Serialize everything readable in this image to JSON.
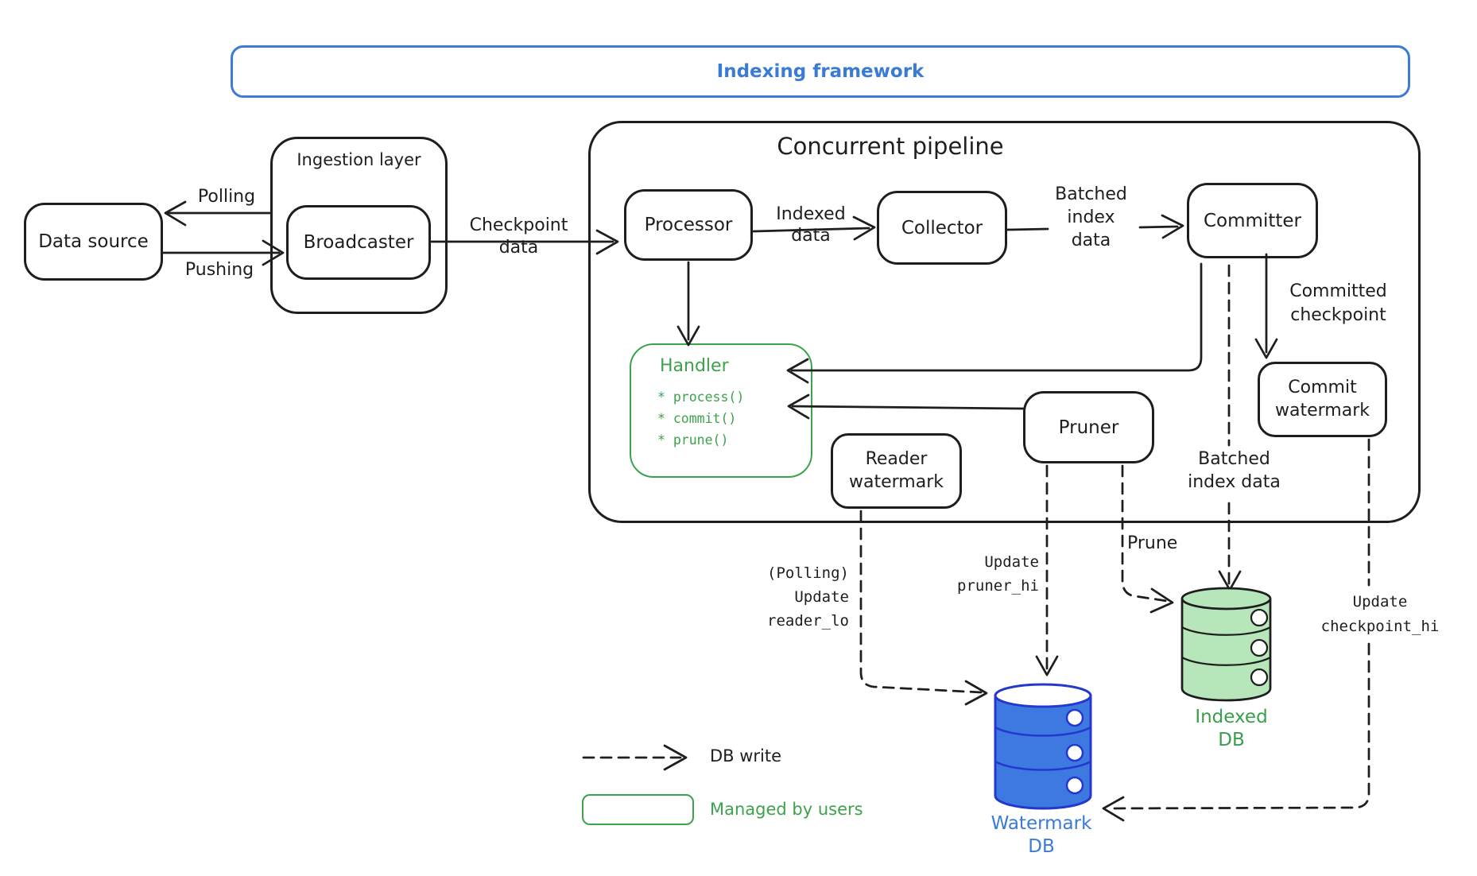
{
  "banner": {
    "title": "Indexing framework"
  },
  "nodes": {
    "data_source": "Data source",
    "ingestion_layer": "Ingestion layer",
    "broadcaster": "Broadcaster",
    "pipeline_title": "Concurrent pipeline",
    "processor": "Processor",
    "collector": "Collector",
    "committer": "Committer",
    "pruner": "Pruner",
    "reader_watermark": "Reader\nwatermark",
    "commit_watermark": "Commit\nwatermark",
    "handler": {
      "title": "Handler",
      "methods": [
        "* process()",
        "* commit()",
        "* prune()"
      ]
    }
  },
  "edges": {
    "polling": "Polling",
    "pushing": "Pushing",
    "checkpoint_data": "Checkpoint\ndata",
    "indexed_data": "Indexed\ndata",
    "batched_index_data": "Batched\nindex\ndata",
    "committed_checkpoint": "Committed\ncheckpoint",
    "batched_index_data_lower": "Batched\nindex data",
    "prune": "Prune",
    "update_reader_lo": "(Polling)\nUpdate\nreader_lo",
    "update_pruner_hi": "Update\npruner_hi",
    "update_checkpoint_hi": "Update\ncheckpoint_hi"
  },
  "databases": {
    "watermark_db": "Watermark\nDB",
    "indexed_db": "Indexed\nDB"
  },
  "legend": {
    "db_write": "DB write",
    "managed_by_users": "Managed by users"
  },
  "colors": {
    "ink": "#1e1e1e",
    "accent_blue": "#3a7bd5",
    "accent_green": "#3ca24c",
    "watermark_db_fill": "#3d79e1",
    "watermark_db_stroke": "#2438cf",
    "indexed_db_fill": "#b7e6ba"
  }
}
